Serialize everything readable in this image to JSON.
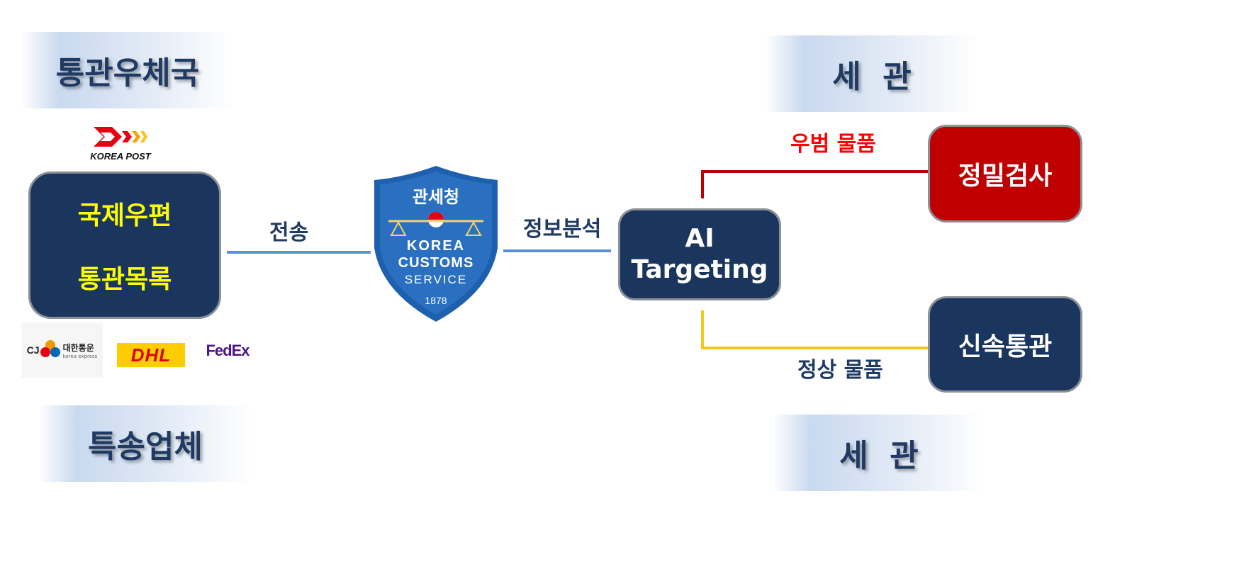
{
  "banners": {
    "post_office": "통관우체국",
    "customs_top": "세  관",
    "courier": "특송업체",
    "customs_bottom": "세  관"
  },
  "left_node": {
    "line1": "국제우편",
    "line2": "통관목록"
  },
  "edges": {
    "transmit": "전송",
    "analysis": "정보분석",
    "suspect": "우범 물품",
    "normal": "정상 물품"
  },
  "ai_node": {
    "line1": "AI",
    "line2": "Targeting"
  },
  "inspection_node": "정밀검사",
  "fast_clearance_node": "신속통관",
  "logos": {
    "korea_post": "KOREA POST",
    "cj": "대한통운",
    "cj_sub": "korea express",
    "cj_mark": "CJ",
    "dhl": "DHL",
    "fedex": "FedEx"
  },
  "emblem": {
    "title": "관세청",
    "line1": "KOREA",
    "line2": "CUSTOMS",
    "line3": "SERVICE",
    "year": "1878"
  },
  "colors": {
    "navy": "#1b365e",
    "red": "#c00000",
    "blue_line": "#5b8fd6",
    "red_line": "#c00000",
    "yellow_line": "#f5c518",
    "left_text_yellow": "#ffff00"
  }
}
